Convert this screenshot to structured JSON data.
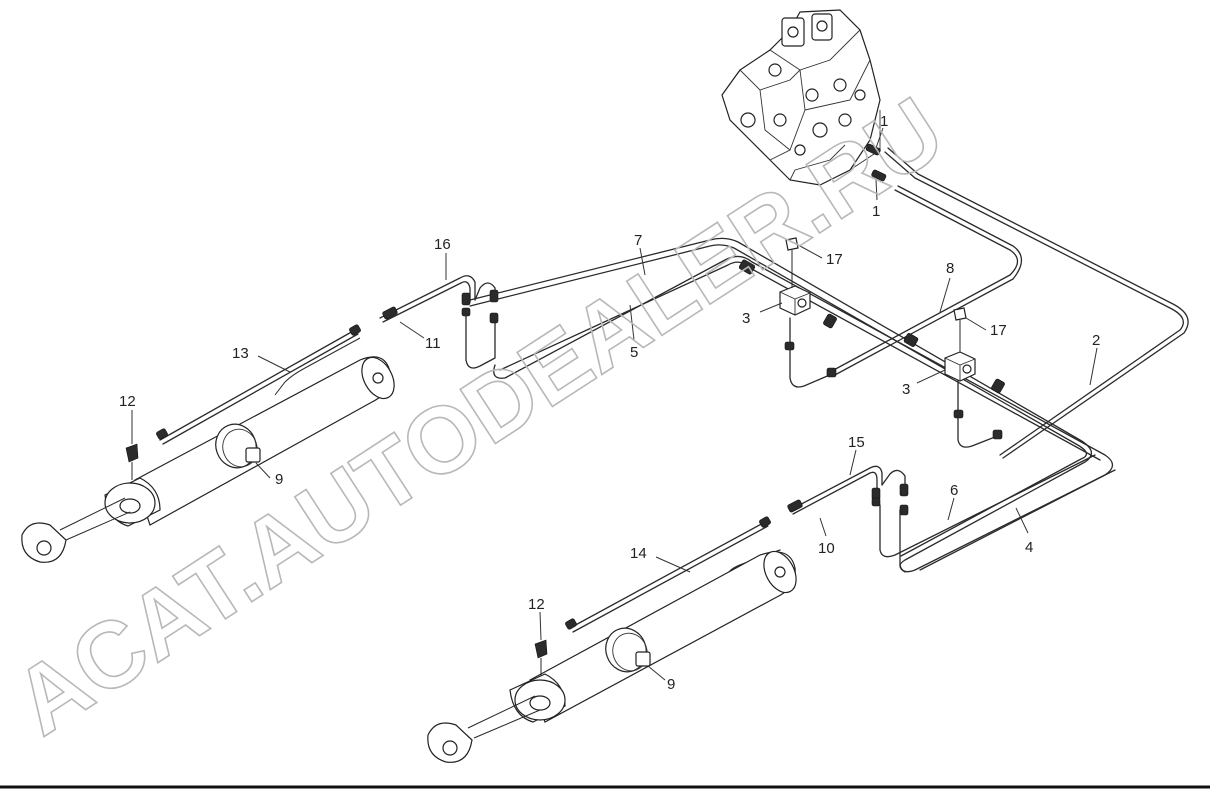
{
  "diagram": {
    "callouts": {
      "c1a": "1",
      "c1b": "1",
      "c2": "2",
      "c3a": "3",
      "c3b": "3",
      "c4": "4",
      "c5": "5",
      "c6": "6",
      "c7": "7",
      "c8": "8",
      "c9a": "9",
      "c9b": "9",
      "c10": "10",
      "c11": "11",
      "c12a": "12",
      "c12b": "12",
      "c13": "13",
      "c14": "14",
      "c15": "15",
      "c16": "16",
      "c17a": "17",
      "c17b": "17"
    }
  },
  "watermark": {
    "text_main": "ACAT.AUTODEALER.RU"
  }
}
